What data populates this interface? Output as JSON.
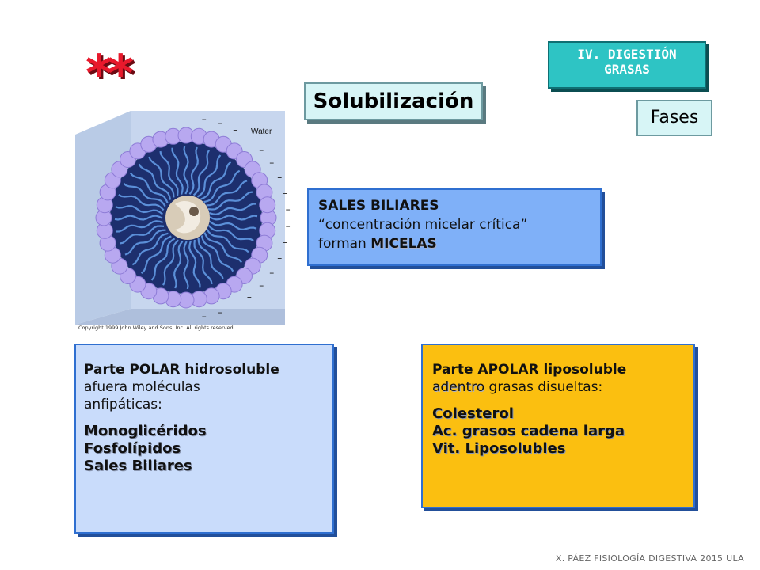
{
  "stars": "**",
  "topic": {
    "line1": "IV. DIGESTIÓN",
    "line2": "GRASAS"
  },
  "title": "Solubilización",
  "phases_button": "Fases",
  "bile_box": {
    "line1": "SALES BILIARES",
    "line2": "“concentración micelar crítica”",
    "line3_prefix": "forman ",
    "line3_bold": "MICELAS"
  },
  "micelle_figure": {
    "water_label": "Water",
    "charge_symbol": "–",
    "copyright": "Copyright 1999 John Wiley and Sons, Inc. All rights reserved."
  },
  "polar_box": {
    "heading": "Parte POLAR hidrosoluble",
    "line2": "afuera moléculas",
    "line3": "anfipáticas:",
    "items": [
      "Monoglicéridos",
      "Fosfolípidos",
      "Sales Biliares"
    ]
  },
  "apolar_box": {
    "heading": "Parte APOLAR liposoluble",
    "line2_first": "adentro",
    "line2_rest": " grasas disueltas:",
    "items": [
      "Colesterol",
      "Ac. grasos cadena larga",
      "Vit. Liposolubles"
    ]
  },
  "footer": "X. PÁEZ   FISIOLOGÍA DIGESTIVA 2015 ULA",
  "colors": {
    "teal": "#2ec4c4",
    "blue_card": "#7fb0f8",
    "light_blue": "#c9dcfb",
    "orange": "#fbbf10",
    "red_stars": "#e8192c"
  }
}
